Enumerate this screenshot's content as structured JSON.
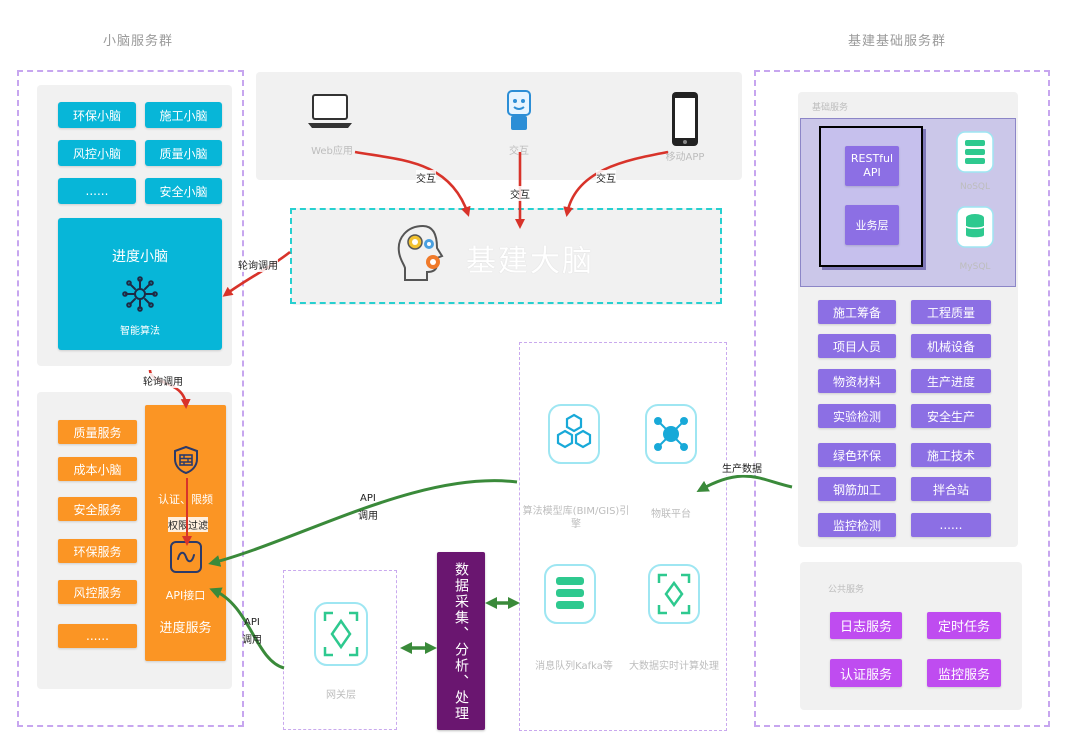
{
  "left_section_title": "小脑服务群",
  "right_section_title": "基建基础服务群",
  "small_brains": [
    "环保小脑",
    "施工小脑",
    "风控小脑",
    "质量小脑",
    "......",
    "安全小脑"
  ],
  "progress_brain": {
    "title": "进度小脑",
    "caption": "智能算法"
  },
  "services": [
    "质量服务",
    "成本小脑",
    "安全服务",
    "环保服务",
    "风控服务",
    "......"
  ],
  "progress_service": {
    "auth_label": "认证、限频",
    "filter_label": "权限过滤",
    "api_label": "API接口",
    "title": "进度服务"
  },
  "devices": [
    {
      "icon": "laptop-icon",
      "caption": "Web应用"
    },
    {
      "icon": "robot-icon",
      "caption": "交互"
    },
    {
      "icon": "phone-icon",
      "caption": "移动APP"
    }
  ],
  "interaction_labels": [
    "交互",
    "交互",
    "交互"
  ],
  "core_brain_title": "基建大脑",
  "arrow_labels": {
    "poll_call_top": "轮询调用",
    "poll_call_left": "轮询调用",
    "api_call_mid_1": "API",
    "api_call_mid_2": "调用",
    "api_call_bottom_1": "API",
    "api_call_bottom_2": "调用",
    "production_data": "生产数据"
  },
  "data_processing": "数据采集、分析、处理",
  "gateway_caption": "网关层",
  "tech_tiles": [
    {
      "caption": "算法模型库(BIM/GIS)引擎",
      "icon": "hexagons-icon"
    },
    {
      "caption": "物联平台",
      "icon": "network-hub-icon"
    },
    {
      "caption": "消息队列Kafka等",
      "icon": "database-stack-icon"
    },
    {
      "caption": "大数据实时计算处理",
      "icon": "focus-frame-icon"
    }
  ],
  "infra_panel": {
    "title": "基础服务",
    "restful": "RESTful API",
    "business_layer": "业务层",
    "nosql_caption": "NoSQL",
    "mysql_caption": "MySQL"
  },
  "business_modules": [
    "施工筹备",
    "工程质量",
    "项目人员",
    "机械设备",
    "物资材料",
    "生产进度",
    "实验检测",
    "安全生产",
    "绿色环保",
    "施工技术",
    "钢筋加工",
    "拌合站",
    "监控检测",
    "......"
  ],
  "common_panel_title": "公共服务",
  "common_services": [
    "日志服务",
    "定时任务",
    "认证服务",
    "监控服务"
  ],
  "colors": {
    "cyan": "#07b6d8",
    "orange": "#fb9524",
    "purple": "#8c6fe4",
    "magenta": "#bf4cf0",
    "dark_purple": "#6a1670",
    "red_arrow": "#d8332a",
    "green_arrow": "#3a8a3a"
  }
}
